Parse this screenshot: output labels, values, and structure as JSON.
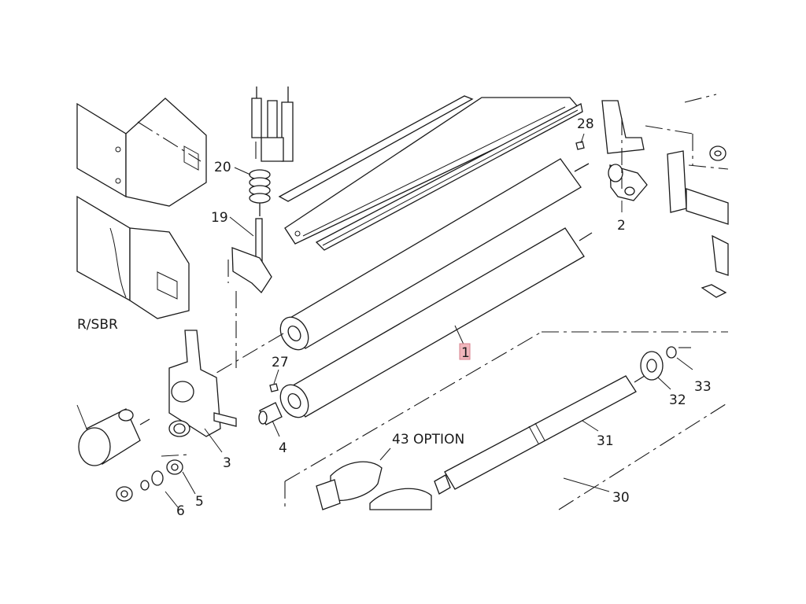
{
  "diagram": {
    "labels": {
      "p1": "1",
      "p2": "2",
      "p3": "3",
      "p4": "4",
      "p5": "5",
      "p6": "6",
      "p19": "19",
      "p20": "20",
      "p27": "27",
      "p28": "28",
      "p30": "30",
      "p31": "31",
      "p32": "32",
      "p33": "33",
      "p43": "43 OPTION",
      "side": "R/SBR"
    },
    "colors": {
      "line": "#1a1a1a",
      "highlight": "#f0b6bc",
      "background": "#ffffff"
    }
  }
}
